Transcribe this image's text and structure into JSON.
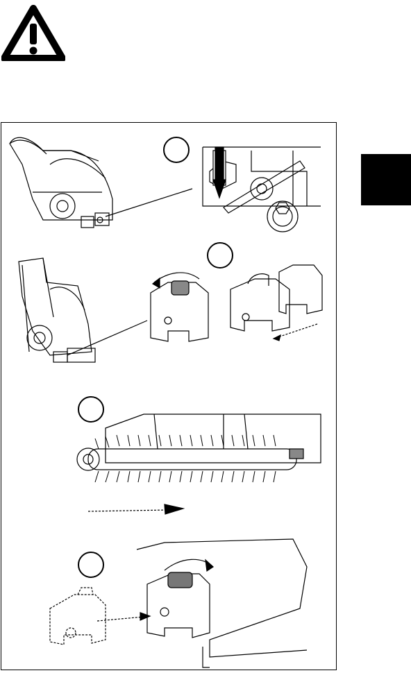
{
  "page": {
    "warning_icon": "warning-triangle-icon",
    "tab_color": "#000000",
    "steps": [
      {
        "id": "1",
        "label": ""
      },
      {
        "id": "2",
        "label": ""
      },
      {
        "id": "3",
        "label": ""
      },
      {
        "id": "4",
        "label": ""
      }
    ]
  }
}
